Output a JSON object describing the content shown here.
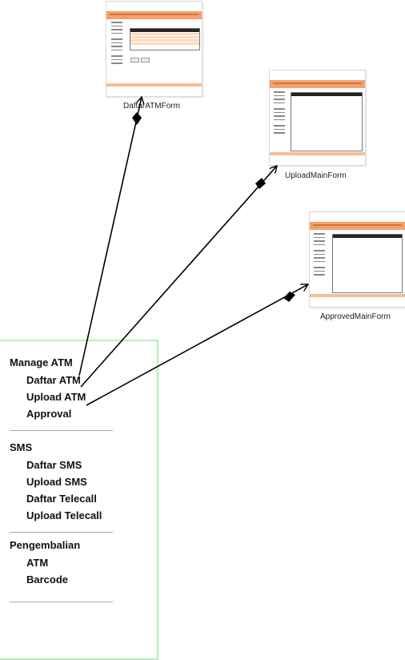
{
  "forms": [
    {
      "id": "daftar",
      "caption": "DaftarATMForm"
    },
    {
      "id": "upload",
      "caption": "UploadMainForm"
    },
    {
      "id": "approved",
      "caption": "ApprovedMainForm"
    }
  ],
  "menu": {
    "groups": [
      {
        "title": "Manage ATM",
        "items": [
          "Daftar ATM",
          "Upload ATM",
          "Approval"
        ]
      },
      {
        "title": "SMS",
        "items": [
          "Daftar SMS",
          "Upload SMS",
          "Daftar Telecall",
          "Upload Telecall"
        ]
      },
      {
        "title": "Pengembalian",
        "items": [
          "ATM",
          "Barcode"
        ]
      }
    ]
  },
  "links": [
    {
      "from": "Daftar ATM",
      "to": "DaftarATMForm"
    },
    {
      "from": "Upload ATM",
      "to": "UploadMainForm"
    },
    {
      "from": "Approval",
      "to": "ApprovedMainForm"
    }
  ],
  "colors": {
    "accent": "#f5a06b",
    "menu_border": "#b4f0b4",
    "connector": "#000000"
  }
}
